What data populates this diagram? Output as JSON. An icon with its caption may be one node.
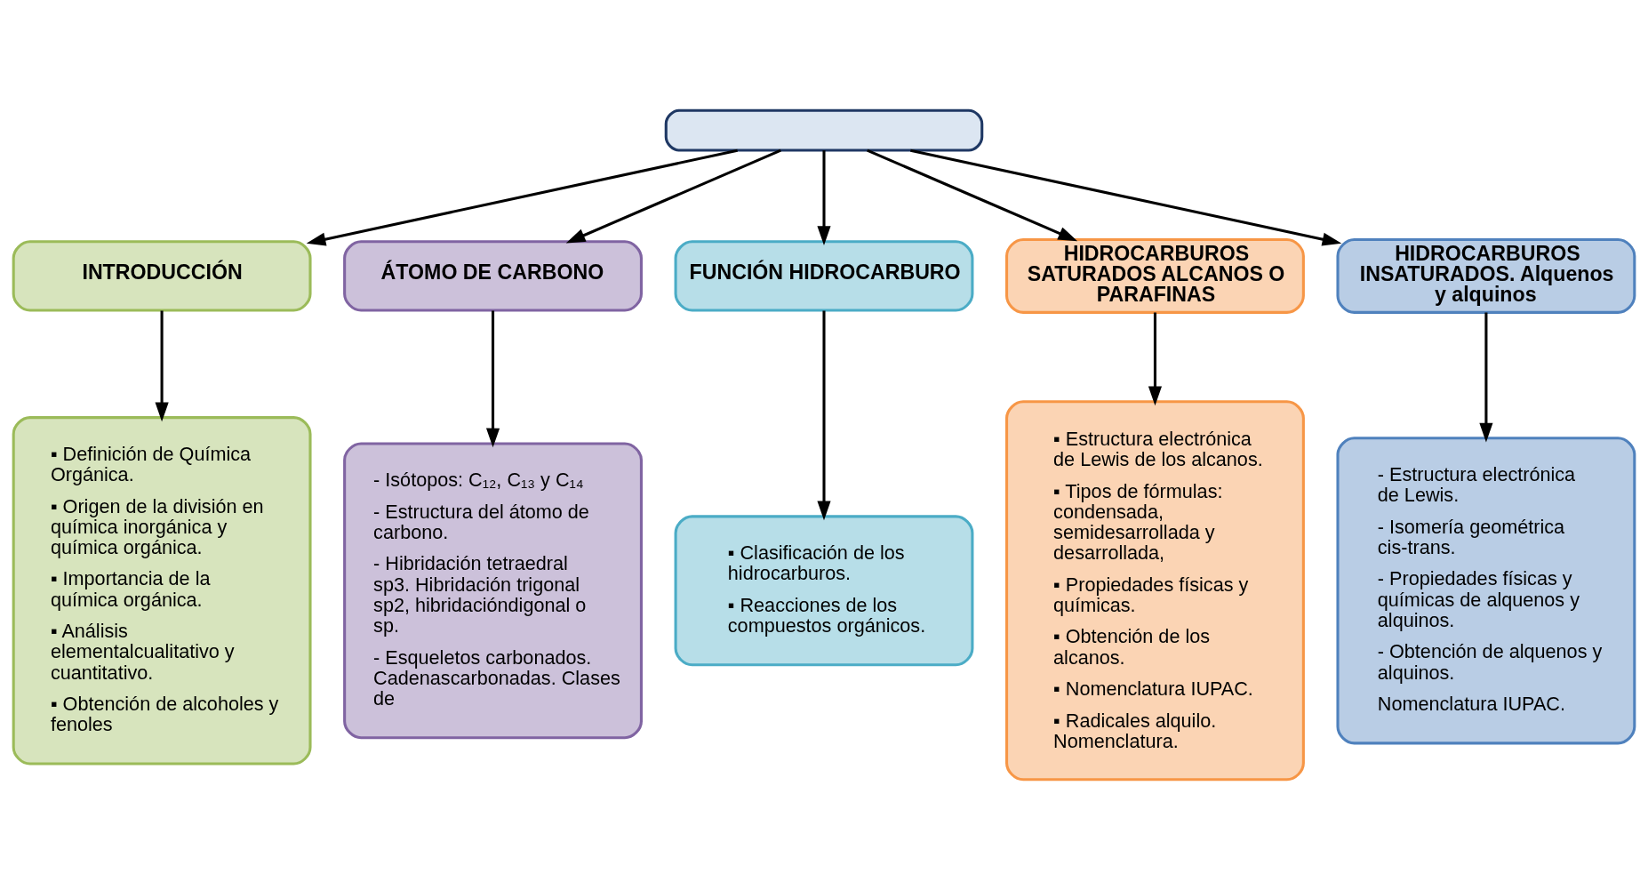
{
  "diagram": {
    "nodes": [
      {
        "text": [],
        "shape": "box"
      },
      {
        "text": [
          "INTRODUCCIÓN"
        ]
      },
      {
        "text": [
          "ÁTOMO DE CARBONO"
        ]
      },
      {
        "text": [
          "FUNCIÓN HIDROCARBURO"
        ]
      },
      {
        "text": [
          "HIDROCARBUROS SATURADOS ALCANOS O PARAFINAS"
        ]
      },
      {
        "text": [
          "HIDROCARBUROS INSATURADOS. Alquenos y alquinos"
        ]
      },
      {
        "text": [
          "▪ Definición de Química Orgánica.",
          "▪ Origen de la división en química inorgánica y química orgánica.",
          "▪ Importancia de la química orgánica.",
          "▪ Análisis elementalcualitativo y cuantitativo.",
          "▪ Obtención de alcoholes y fenoles"
        ]
      },
      {
        "text": [
          "- Isótopos: C₁₂, C₁₃ y C₁₄",
          "- Estructura del átomo de carbono.",
          "- Hibridación tetraedral sp3. Hibridación trigonal sp2, hibridacióndigonal o sp.",
          "- Esqueletos carbonados. Cadenascarbonadas. Clases de"
        ]
      },
      {
        "text": [
          "▪ Clasificación de los hidrocarburos.",
          "▪ Reacciones de los compuestos orgánicos."
        ]
      },
      {
        "text": [
          "▪ Estructura electrónica de Lewis de los alcanos.",
          "▪ Tipos de fórmulas: condensada, semidesarrollada y desarrollada,",
          "▪ Propiedades físicas y químicas.",
          "▪ Obtención de los alcanos.",
          "▪ Nomenclatura IUPAC.",
          "▪ Radicales alquilo. Nomenclatura."
        ]
      },
      {
        "text": [
          "- Estructura electrónica de Lewis.",
          "- Isomería geométrica cis-trans.",
          "- Propiedades físicas y químicas de alquenos y alquinos.",
          "- Obtención de alquenos y alquinos.",
          "Nomenclatura IUPAC."
        ]
      }
    ],
    "edges": [
      {
        "from": 0,
        "to": 1,
        "arrow": "to"
      },
      {
        "from": 0,
        "to": 2,
        "arrow": "to"
      },
      {
        "from": 0,
        "to": 3,
        "arrow": "to"
      },
      {
        "from": 0,
        "to": 4,
        "arrow": "to"
      },
      {
        "from": 0,
        "to": 5,
        "arrow": "to"
      },
      {
        "from": 1,
        "to": 6,
        "arrow": "to"
      },
      {
        "from": 2,
        "to": 7,
        "arrow": "to"
      },
      {
        "from": 3,
        "to": 8,
        "arrow": "to"
      },
      {
        "from": 4,
        "to": 9,
        "arrow": "to"
      },
      {
        "from": 5,
        "to": 10,
        "arrow": "to"
      }
    ]
  }
}
